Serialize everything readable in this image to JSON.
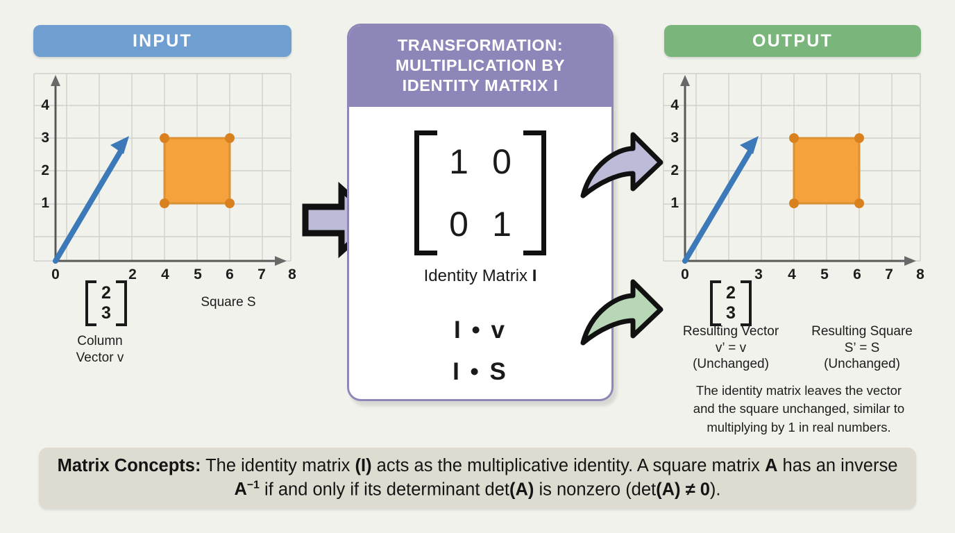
{
  "input": {
    "header": "INPUT",
    "vector_label_line1": "Column",
    "vector_label_line2": "Vector v",
    "vector_top": "2",
    "vector_bottom": "3",
    "square_label": "Square S"
  },
  "transform": {
    "title_line1": "TRANSFORMATION:",
    "title_line2": "MULTIPLICATION BY",
    "title_line3": "IDENTITY MATRIX I",
    "matrix": [
      [
        "1",
        "0"
      ],
      [
        "0",
        "1"
      ]
    ],
    "matrix_caption_prefix": "Identity Matrix ",
    "matrix_caption_symbol": "I",
    "formula_vector": "I • v",
    "formula_square": "I • S"
  },
  "output": {
    "header": "OUTPUT",
    "vector_top": "2",
    "vector_bottom": "3",
    "vector_caption_line1": "Resulting Vector",
    "vector_caption_line2": "v’ = v",
    "vector_caption_line3": "(Unchanged)",
    "square_caption_line1": "Resulting Square",
    "square_caption_line2": "S’ = S",
    "square_caption_line3": "(Unchanged)",
    "note_line1": "The identity matrix leaves the vector",
    "note_line2": "and the square unchanged, similar to",
    "note_line3": "multiplying by 1 in real numbers."
  },
  "banner": {
    "label": "Matrix Concepts:",
    "text_part1": " The identity matrix ",
    "symbol_i": "(I)",
    "text_part2": " acts as the multiplicative identity. A square matrix ",
    "symbol_a": "A",
    "text_part3": " has an inverse ",
    "symbol_ainv_base": "A",
    "symbol_ainv_exp": "−1",
    "text_part4": " if and only if its determinant det",
    "symbol_a2": "(A)",
    "text_part5": " is nonzero (det",
    "symbol_a3": "(A)",
    "text_part6": " ≠ ",
    "symbol_zero": "0",
    "text_part7": ")."
  },
  "chart_data": {
    "type": "scatter",
    "title": "Identity matrix transformation of a vector and a square",
    "xlabel": "",
    "ylabel": "",
    "xlim": [
      0,
      8
    ],
    "ylim": [
      0,
      4.6
    ],
    "grid": true,
    "x_ticks": [
      "0",
      "2",
      "4",
      "5",
      "6",
      "7",
      "8"
    ],
    "x_ticks_output": [
      "0",
      "3",
      "4",
      "5",
      "6",
      "7",
      "8"
    ],
    "y_ticks": [
      "1",
      "2",
      "3",
      "4"
    ],
    "panels": [
      {
        "name": "input",
        "vector": {
          "label": "v",
          "start": [
            0,
            0
          ],
          "end": [
            2,
            3
          ],
          "color": "#3b79b8"
        },
        "square": {
          "label": "S",
          "corners": [
            [
              4,
              1
            ],
            [
              6,
              1
            ],
            [
              6,
              3
            ],
            [
              4,
              3
            ]
          ],
          "fill": "#f5a23c",
          "vertex_color": "#d9801f"
        }
      },
      {
        "name": "output",
        "vector": {
          "label": "v'",
          "start": [
            0,
            0
          ],
          "end": [
            2,
            3
          ],
          "color": "#3b79b8"
        },
        "square": {
          "label": "S'",
          "corners": [
            [
              4,
              1
            ],
            [
              6,
              1
            ],
            [
              6,
              3
            ],
            [
              4,
              3
            ]
          ],
          "fill": "#f5a23c",
          "vertex_color": "#d9801f"
        }
      }
    ],
    "colors": {
      "input_header": "#6e9fd0",
      "output_header": "#7ab57c",
      "transform_header": "#8d86b9",
      "vector": "#3b79b8",
      "square_fill": "#f5a23c",
      "square_vertex": "#d9801f",
      "background": "#f2f2ec",
      "banner": "#dedcd0"
    }
  }
}
